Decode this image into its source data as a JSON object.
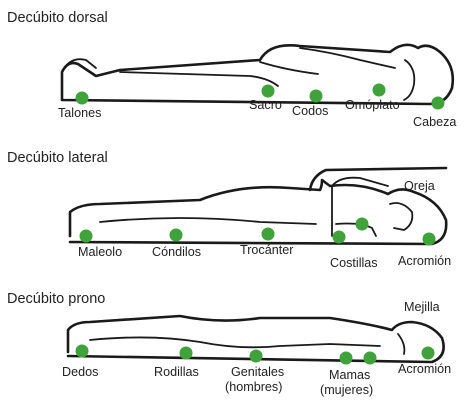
{
  "colors": {
    "pressure_point": "#3fa23a",
    "outline": "#1a1a1a",
    "text": "#222222"
  },
  "panels": [
    {
      "title": "Decúbito dorsal",
      "labels": [
        "Talones",
        "Sacro",
        "Codos",
        "Omóplato",
        "Cabeza"
      ]
    },
    {
      "title": "Decúbito lateral",
      "labels": [
        "Oreja",
        "Maleolo",
        "Cóndilos",
        "Trocánter",
        "Costillas",
        "Acromión"
      ]
    },
    {
      "title": "Decúbito prono",
      "labels": [
        "Mejilla",
        "Dedos",
        "Rodillas",
        "Genitales",
        "(hombres)",
        "Mamas",
        "(mujeres)",
        "Acromión"
      ]
    }
  ]
}
